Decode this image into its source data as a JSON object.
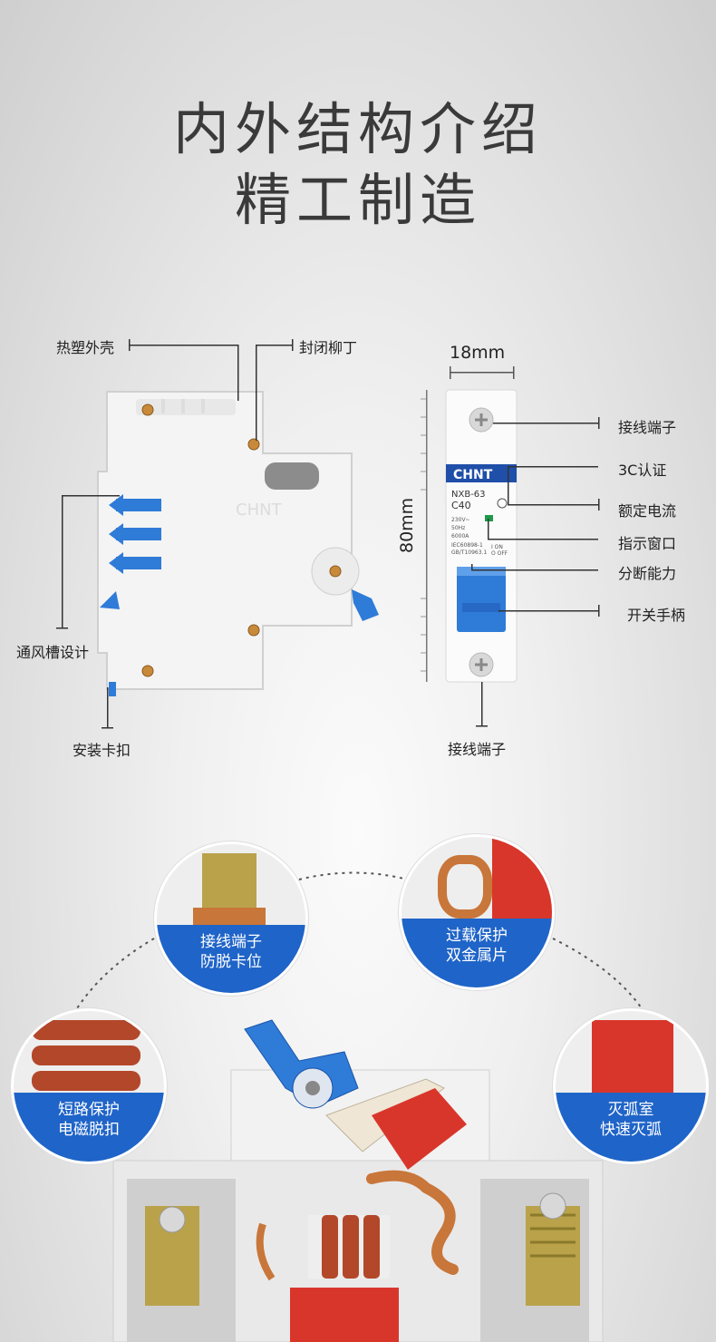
{
  "header": {
    "line1": "内外结构介绍",
    "line2": "精工制造"
  },
  "side_view": {
    "labels": {
      "shell": "热塑外壳",
      "rivet": "封闭柳丁",
      "vent": "通风槽设计",
      "clip": "安装卡扣"
    },
    "brand_emboss": "CHNT"
  },
  "front_view": {
    "width_dim": "18mm",
    "height_dim": "80mm",
    "brand": "CHNT",
    "model": "NXB-63",
    "rating": "C40",
    "specs": [
      "230V~",
      "50Hz",
      "6000A"
    ],
    "standards": [
      "IEC60898-1",
      "GB/T10963.1"
    ],
    "on_off": [
      "I ON",
      "O OFF"
    ],
    "labels": {
      "terminal_top": "接线端子",
      "cert": "3C认证",
      "rated_current": "额定电流",
      "indicator": "指示窗口",
      "breaking": "分断能力",
      "handle": "开关手柄",
      "terminal_bottom": "接线端子"
    }
  },
  "detail_circles": [
    {
      "line1": "接线端子",
      "line2": "防脱卡位"
    },
    {
      "line1": "过载保护",
      "line2": "双金属片"
    },
    {
      "line1": "短路保护",
      "line2": "电磁脱扣"
    },
    {
      "line1": "灭弧室",
      "line2": "快速灭弧"
    }
  ],
  "colors": {
    "accent_blue": "#1f64c8",
    "brand_blue": "#1f4fa8",
    "handle_blue": "#2f7bd8",
    "copper": "#c8763a",
    "red": "#d9362b"
  }
}
